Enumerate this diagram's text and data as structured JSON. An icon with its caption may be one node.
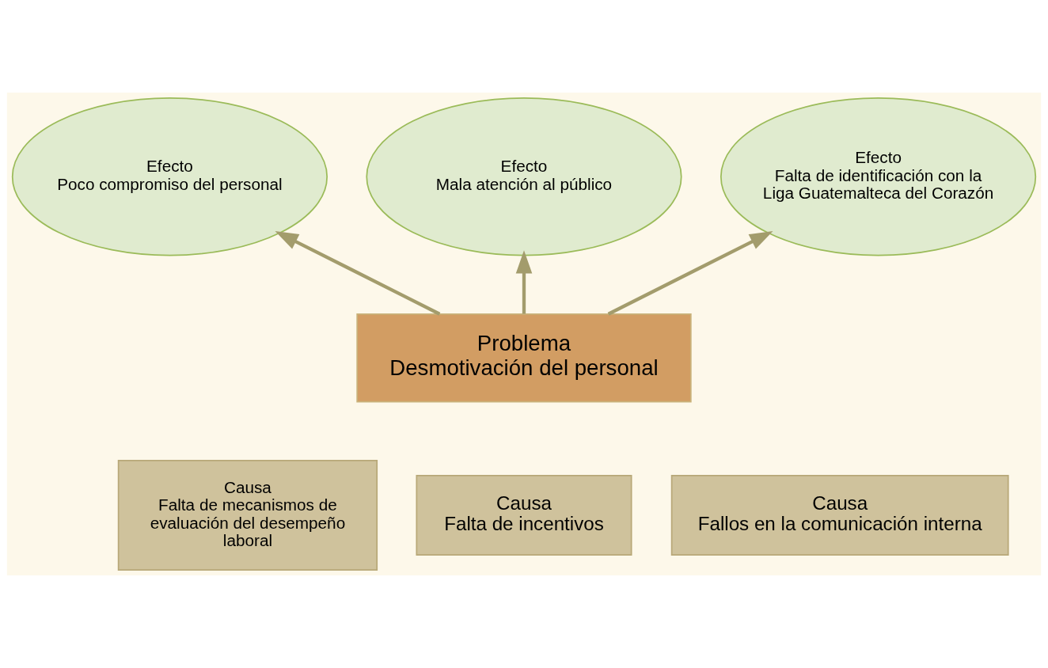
{
  "diagram": {
    "nodes": [
      {
        "text": [
          "Efecto",
          "Poco compromiso del personal"
        ]
      },
      {
        "text": [
          "Efecto",
          "Mala atención al público"
        ]
      },
      {
        "text": [
          "Efecto",
          "Falta de identificación con la Liga Guatemalteca del Corazón"
        ]
      },
      {
        "text": [
          "Problema",
          "Desmotivación del personal"
        ]
      },
      {
        "text": [
          "Causa",
          "Falta de mecanismos de evaluación del desempeño laboral"
        ]
      },
      {
        "text": [
          "Causa",
          "Falta de incentivos"
        ]
      },
      {
        "text": [
          "Causa",
          "Fallos en la comunicación interna"
        ]
      }
    ],
    "edges": [
      {
        "from": 3,
        "to": 0,
        "arrow": "to"
      },
      {
        "from": 3,
        "to": 1,
        "arrow": "to"
      },
      {
        "from": 3,
        "to": 2,
        "arrow": "to"
      }
    ]
  }
}
